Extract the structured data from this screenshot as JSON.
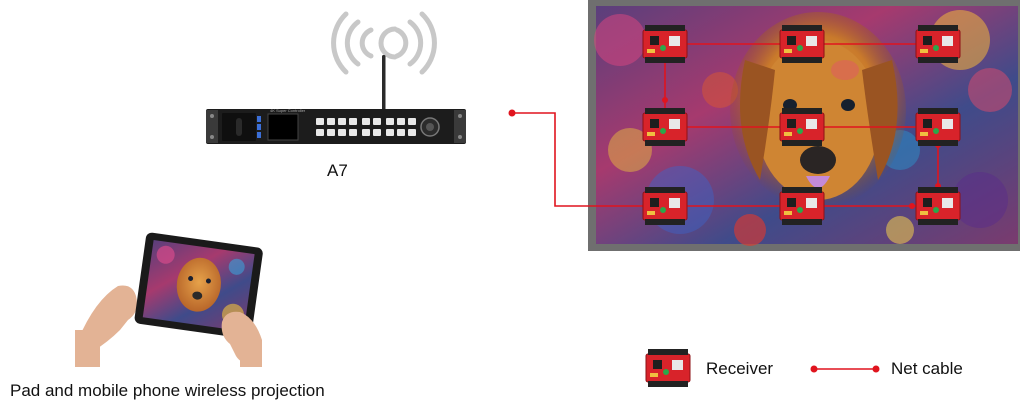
{
  "device": {
    "label": "A7",
    "brand_text": "4K Super Controller"
  },
  "pad": {
    "label": "Pad and mobile phone wireless projection"
  },
  "legend": {
    "receiver_label": "Receiver",
    "cable_label": "Net cable"
  },
  "colors": {
    "cable": "#e0141e",
    "receiver_board": "#d8232a",
    "screen_frame": "#6f6f6f",
    "device_body": "#1c1c1c"
  },
  "icons": {
    "wifi": "wifi-signal-icon",
    "receiver": "receiver-card-icon"
  }
}
